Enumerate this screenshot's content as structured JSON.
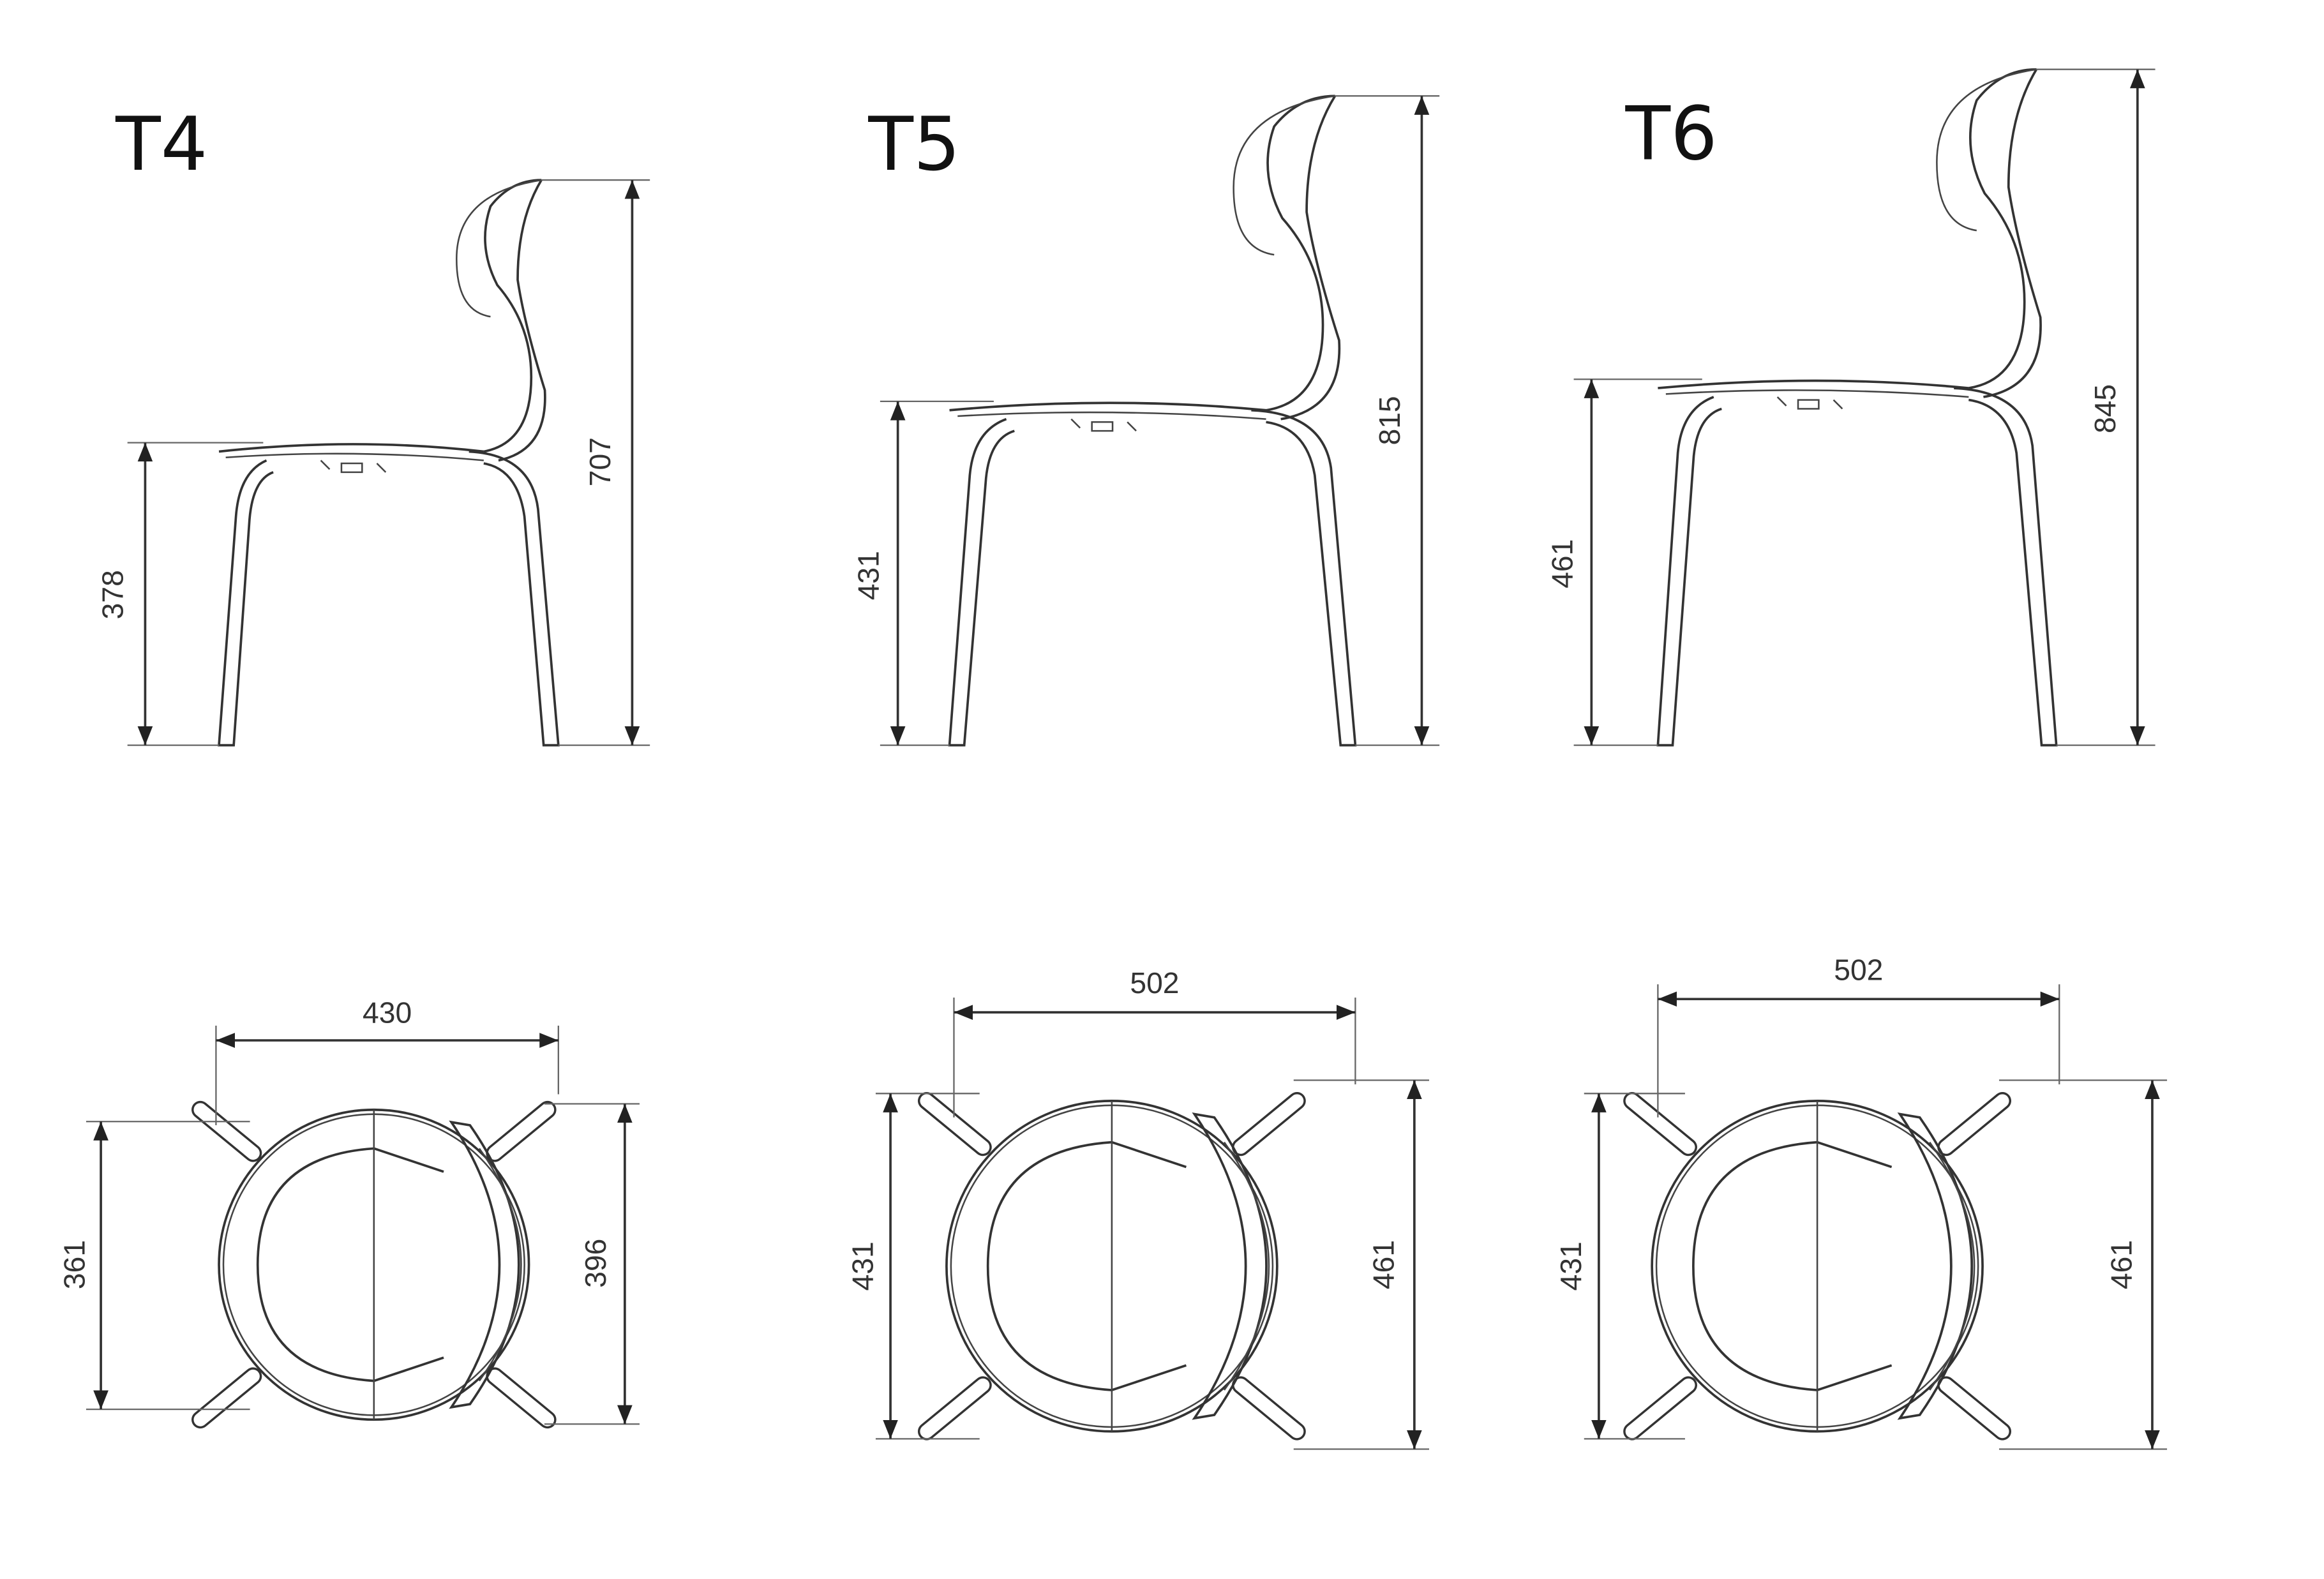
{
  "models": [
    {
      "name": "T4",
      "seat_height": "378",
      "total_height": "707",
      "width": "430",
      "depth_seat": "361",
      "depth_total": "396"
    },
    {
      "name": "T5",
      "seat_height": "431",
      "total_height": "815",
      "width": "502",
      "depth_seat": "431",
      "depth_total": "461"
    },
    {
      "name": "T6",
      "seat_height": "461",
      "total_height": "845",
      "width": "502",
      "depth_seat": "431",
      "depth_total": "461"
    }
  ]
}
